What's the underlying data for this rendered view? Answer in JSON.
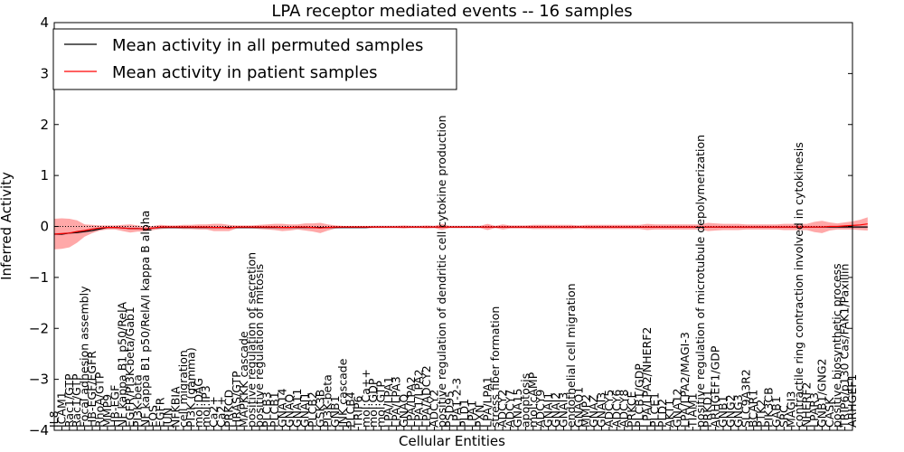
{
  "chart_data": {
    "type": "line",
    "title": "LPA receptor mediated events -- 16 samples",
    "xlabel": "Cellular Entities",
    "ylabel": "Inferred Activity",
    "ylim": [
      -4,
      4
    ],
    "yticks": [
      -4,
      -3,
      -2,
      -1,
      0,
      1,
      2,
      3,
      4
    ],
    "grid": false,
    "legend_position": "upper-left",
    "colors": {
      "permuted": "#000000",
      "patient": "#ff0000",
      "patient_band": "#ff6060",
      "permuted_band": "#b4b4dc"
    },
    "categories": [
      "IL8",
      "ICAM1",
      "Rac1/GTP",
      "Rac1/GTP",
      "Focal adhesion assembly",
      "HB-EGF/EGFR",
      "RhoA/GTP",
      "MMP9",
      "HB-EGF",
      "NF kappa B1 p50/RelA",
      "EGFR/PI3K-beta/Gab1",
      "PI3K-beta",
      "NF kappa B1 p50/RelA/I kappa B alpha",
      "FOS",
      "EGFR",
      "JUN",
      "NFKBIA",
      "cell migration",
      "PI3K (gamma)",
      "mol:DAG",
      "mol:IP3",
      "Ca2+",
      "Ca2+",
      "PRKCD",
      "HRAS/GTP",
      "MAPKKK cascade",
      "positive regulation of secretion",
      "positive regulation of mitosis",
      "PLCB3",
      "PLCB1",
      "GNA14",
      "GNAQ",
      "GNA11",
      "GNAI1",
      "PLCB2",
      "GSK3B",
      "PI3K-beta",
      "GNB1",
      "JNK cascade",
      "PLCB4",
      "TRIP6",
      "mol:Ca++",
      "mol:GDP",
      "mol:GTP",
      "LPA/LPA1",
      "LPA/LPA3",
      "GNAQ",
      "LPA/LPA2",
      "LPA1/LPA2",
      "LPA/ADCY2",
      "ADCY2",
      "positive regulation of dendritic cell cytokine production",
      "PSD95",
      "LPA1-2-3",
      "PLD1",
      "LPA1",
      "PXN",
      "LPA/LPA1",
      "stress fiber formation",
      "ADCY2",
      "ADCY7",
      "GNA15",
      "apoptosis",
      "mol:cAMP",
      "ADCY9",
      "GNAI1",
      "GNAI2",
      "GNAI3",
      "endothelial cell migration",
      "GNAO1",
      "MMP2",
      "GNAZ",
      "GNAI3",
      "ADCY5",
      "ADCY6",
      "ADCY8",
      "PRKCE",
      "PLCB1/GDP",
      "LPA/LPA2/NHERF2",
      "PLCE1",
      "PLD2",
      "AKT1",
      "GNA12",
      "LPA/LPA2/MAGI-3",
      "TIAM1",
      "positive regulation of microtubule depolymerization",
      "PRKD1",
      "ARHGEF1/GDP",
      "GNB1",
      "GNG2",
      "GNG3",
      "SLC9A3R2",
      "BCAR1",
      "PTK2",
      "PIK3CB",
      "GAB1",
      "SRC",
      "MAGI3",
      "contractile ring contraction involved in cytokinesis",
      "NHERF2",
      "LPAR3",
      "GNB1/GNG2",
      "CASK",
      "positive biosynthetic process",
      "TRIP6/p130 Cas/FAK1/Paxillin",
      "ARHGEF1"
    ],
    "series": [
      {
        "name": "Mean activity in all permuted samples",
        "color": "#000000",
        "values": [
          -0.15,
          -0.15,
          -0.13,
          -0.12,
          -0.1,
          -0.08,
          -0.05,
          -0.02,
          -0.02,
          -0.03,
          -0.04,
          -0.04,
          -0.05,
          -0.03,
          -0.02,
          -0.02,
          -0.02,
          -0.02,
          -0.02,
          -0.02,
          -0.02,
          -0.02,
          -0.02,
          -0.02,
          -0.02,
          -0.02,
          -0.02,
          -0.02,
          -0.02,
          -0.02,
          -0.02,
          -0.02,
          -0.02,
          -0.02,
          -0.02,
          -0.02,
          -0.02,
          -0.02,
          -0.02,
          -0.02,
          -0.02,
          -0.02,
          -0.01,
          -0.01,
          -0.01,
          -0.01,
          -0.01,
          -0.01,
          -0.01,
          -0.01,
          -0.01,
          -0.01,
          -0.01,
          -0.01,
          -0.01,
          -0.01,
          -0.01,
          -0.01,
          -0.01,
          -0.01,
          -0.01,
          -0.01,
          -0.01,
          -0.01,
          -0.01,
          -0.01,
          -0.01,
          -0.01,
          -0.01,
          -0.01,
          -0.01,
          -0.01,
          -0.01,
          -0.01,
          -0.01,
          -0.01,
          -0.01,
          -0.01,
          -0.01,
          -0.01,
          -0.01,
          -0.01,
          -0.01,
          -0.01,
          -0.01,
          -0.01,
          -0.01,
          -0.01,
          -0.01,
          -0.01,
          -0.01,
          -0.01,
          -0.01,
          -0.01,
          -0.01,
          -0.01,
          -0.01,
          -0.01,
          -0.01,
          -0.01,
          -0.01,
          -0.01,
          -0.01,
          -0.01,
          -0.01,
          -0.01,
          -0.01,
          -0.01
        ]
      },
      {
        "name": "Mean activity in patient samples",
        "color": "#ff0000",
        "values": [
          -0.15,
          -0.14,
          -0.13,
          -0.1,
          -0.08,
          -0.05,
          -0.03,
          -0.02,
          -0.02,
          -0.03,
          -0.04,
          -0.04,
          -0.05,
          -0.03,
          -0.01,
          -0.01,
          -0.01,
          -0.01,
          -0.01,
          -0.01,
          -0.01,
          -0.02,
          -0.02,
          -0.03,
          -0.01,
          -0.01,
          -0.01,
          -0.01,
          -0.01,
          -0.01,
          -0.02,
          -0.02,
          -0.01,
          -0.01,
          -0.02,
          -0.03,
          -0.02,
          -0.01,
          -0.01,
          -0.01,
          -0.01,
          -0.01,
          -0.01,
          -0.01,
          -0.01,
          -0.01,
          -0.01,
          -0.01,
          -0.01,
          -0.01,
          -0.01,
          -0.01,
          -0.01,
          -0.01,
          -0.01,
          -0.01,
          -0.01,
          -0.01,
          -0.01,
          -0.01,
          -0.01,
          -0.01,
          -0.01,
          -0.01,
          -0.01,
          -0.01,
          -0.01,
          -0.01,
          -0.01,
          -0.01,
          -0.01,
          -0.01,
          -0.01,
          -0.01,
          -0.01,
          -0.01,
          -0.01,
          -0.01,
          -0.01,
          -0.01,
          -0.01,
          -0.01,
          -0.01,
          -0.01,
          -0.01,
          -0.01,
          -0.01,
          -0.01,
          -0.01,
          -0.01,
          -0.01,
          -0.01,
          -0.01,
          -0.01,
          -0.01,
          -0.01,
          -0.01,
          -0.01,
          -0.01,
          -0.01,
          -0.01,
          -0.01,
          0.0,
          0.0,
          0.01,
          0.02,
          0.03,
          0.05
        ]
      }
    ],
    "patient_band_halfwidth": [
      0.3,
      0.3,
      0.28,
      0.22,
      0.12,
      0.08,
      0.05,
      0.04,
      0.04,
      0.06,
      0.08,
      0.06,
      0.05,
      0.04,
      0.04,
      0.03,
      0.03,
      0.04,
      0.04,
      0.05,
      0.05,
      0.07,
      0.07,
      0.06,
      0.03,
      0.03,
      0.03,
      0.04,
      0.05,
      0.06,
      0.07,
      0.06,
      0.05,
      0.07,
      0.08,
      0.1,
      0.06,
      0.03,
      0.02,
      0.02,
      0.02,
      0.02,
      0.02,
      0.02,
      0.02,
      0.02,
      0.03,
      0.02,
      0.02,
      0.03,
      0.02,
      0.06,
      0.02,
      0.02,
      0.02,
      0.02,
      0.02,
      0.06,
      0.02,
      0.05,
      0.03,
      0.03,
      0.03,
      0.04,
      0.04,
      0.04,
      0.04,
      0.04,
      0.04,
      0.03,
      0.04,
      0.04,
      0.04,
      0.04,
      0.04,
      0.04,
      0.04,
      0.04,
      0.06,
      0.05,
      0.05,
      0.05,
      0.05,
      0.05,
      0.05,
      0.05,
      0.08,
      0.07,
      0.06,
      0.06,
      0.06,
      0.05,
      0.05,
      0.05,
      0.05,
      0.05,
      0.06,
      0.06,
      0.06,
      0.06,
      0.1,
      0.12,
      0.08,
      0.06,
      0.07,
      0.08,
      0.1,
      0.13
    ]
  }
}
